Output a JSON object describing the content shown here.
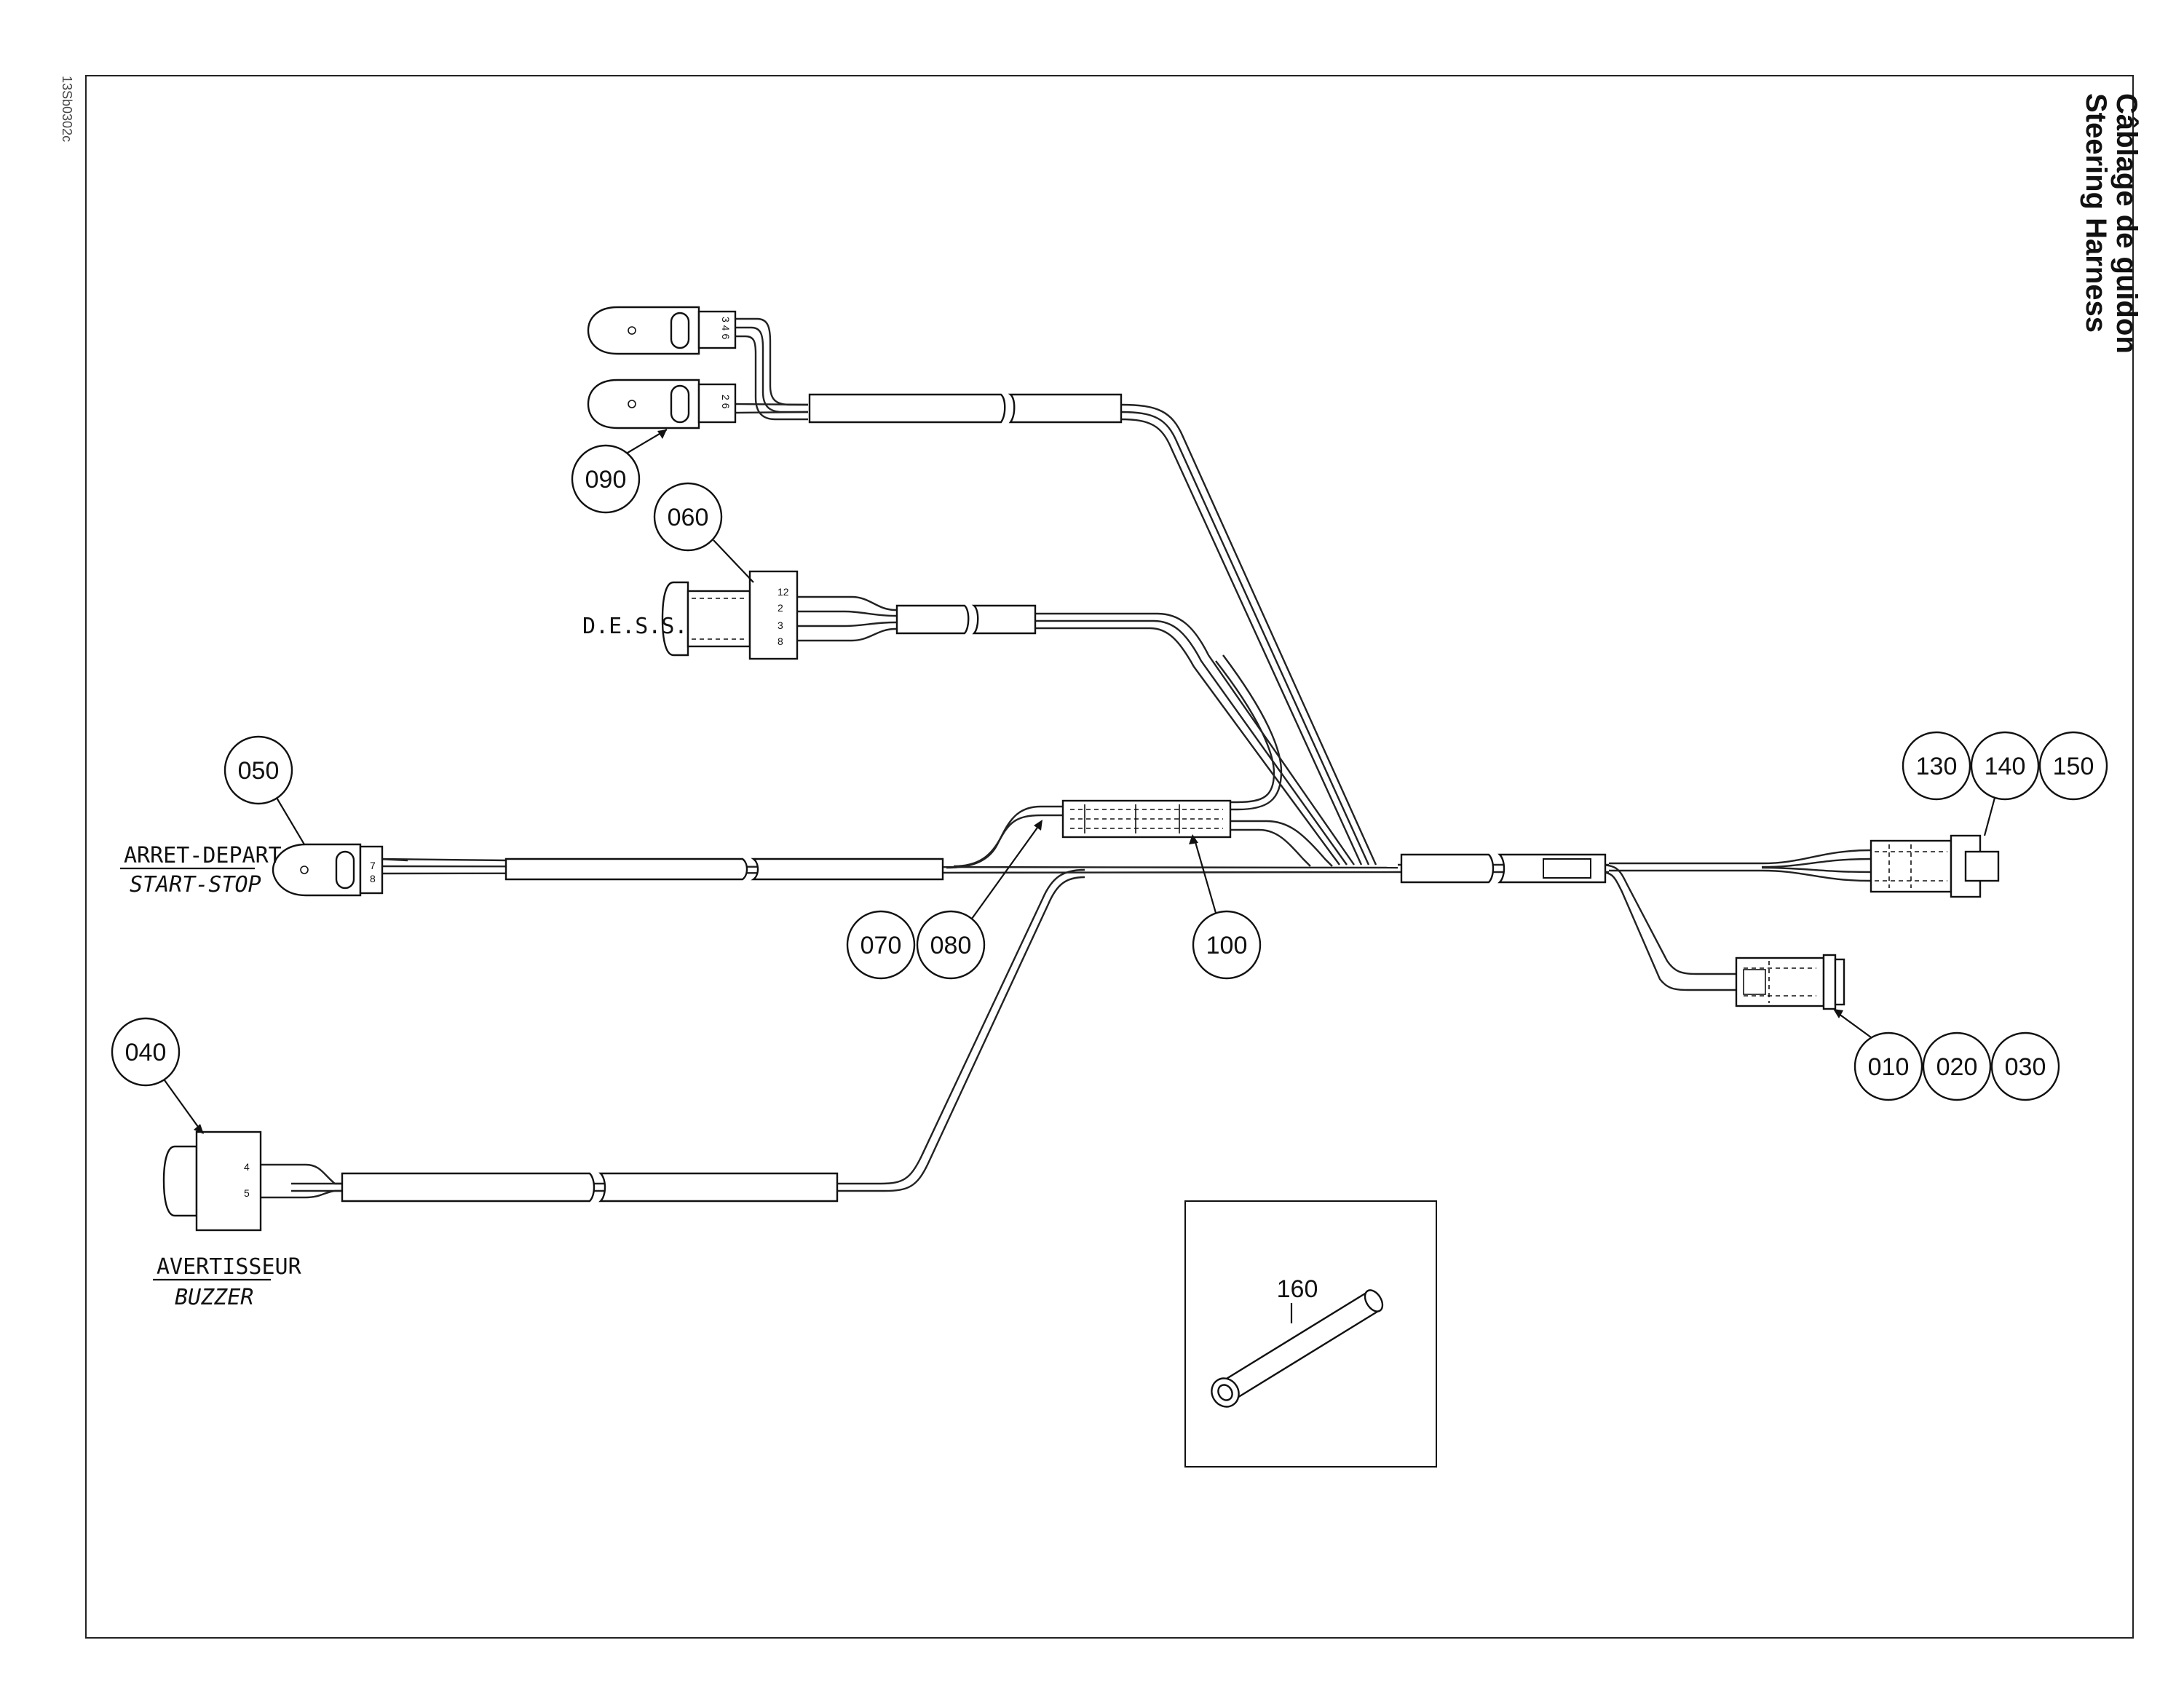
{
  "title": {
    "line1": "Steering Harness",
    "line2": "Câblage de guidon"
  },
  "reference": "13Sb0302c",
  "labels": {
    "dess": "D.E.S.S.",
    "arret_depart": "ARRET-DEPART",
    "start_stop": "START-STOP",
    "avertisseur": "AVERTISSEUR",
    "buzzer": "BUZZER"
  },
  "callouts": {
    "c090": "090",
    "c060": "060",
    "c050": "050",
    "c070": "070",
    "c080": "080",
    "c100": "100",
    "c130": "130",
    "c140": "140",
    "c150": "150",
    "c010": "010",
    "c020": "020",
    "c030": "030",
    "c040": "040"
  },
  "inset": {
    "part_number": "160"
  },
  "pins": {
    "dess": [
      "12",
      "2",
      "3",
      "8"
    ],
    "start_stop": [
      "7",
      "8"
    ],
    "buzzer": [
      "4",
      "5"
    ],
    "switch_top": [
      "3 4 6"
    ],
    "switch_bottom": [
      "2 6"
    ]
  }
}
